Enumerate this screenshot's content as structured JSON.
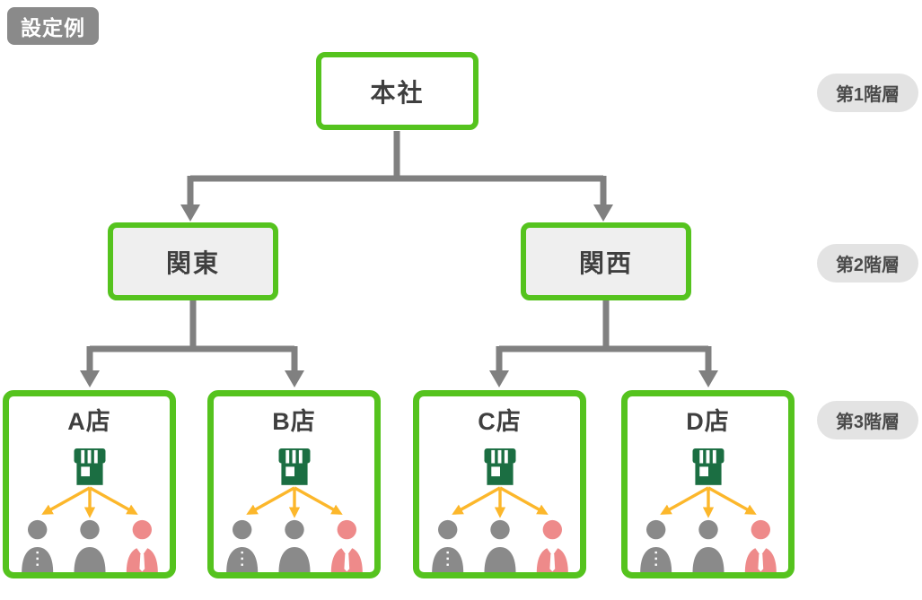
{
  "badge": {
    "label": "設定例"
  },
  "tier_labels": [
    {
      "label": "第1階層"
    },
    {
      "label": "第2階層"
    },
    {
      "label": "第3階層"
    }
  ],
  "org": {
    "root": {
      "label": "本社"
    },
    "regions": [
      {
        "label": "関東"
      },
      {
        "label": "関西"
      }
    ],
    "stores": [
      {
        "label": "A店"
      },
      {
        "label": "B店"
      },
      {
        "label": "C店"
      },
      {
        "label": "D店"
      }
    ]
  },
  "store_contents": {
    "icons": [
      "storefront-icon",
      "staff-gray-buttons-icon",
      "staff-gray-icon",
      "staff-red-tie-icon"
    ]
  },
  "colors": {
    "box_border_green": "#55c31e",
    "connector_gray": "#808080",
    "badge_gray": "#8a8a8a",
    "tier_pill_bg": "#e3e3e3",
    "region_box_bg": "#efefef",
    "store_icon_green": "#1b6e42",
    "arrow_yellow": "#fcb72b",
    "person_gray": "#8a8a8a",
    "person_red": "#ee8a8a",
    "text_dark": "#3f3f3f"
  }
}
